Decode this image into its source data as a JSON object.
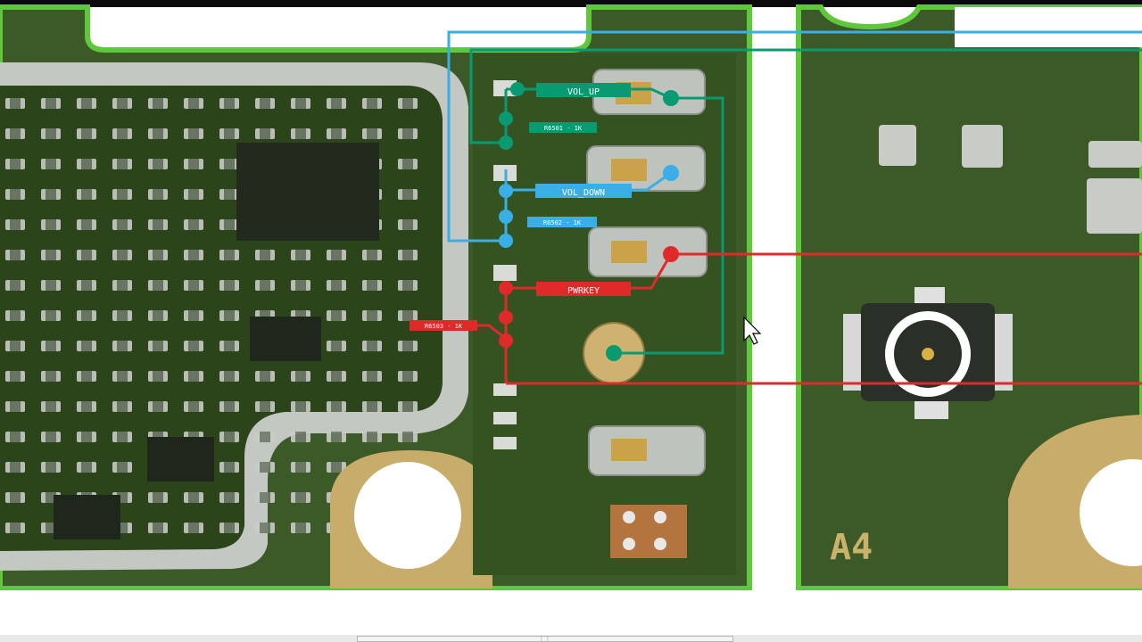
{
  "signals": {
    "vol_up": "VOL_UP",
    "vol_down": "VOL_DOWN",
    "pwrkey": "PWRKEY"
  },
  "resistors": {
    "r6501": "R6501 - 1K",
    "r6502": "R6502 - 1K",
    "r6503": "R6503 - 1K"
  },
  "board_marking": "A4",
  "colors": {
    "vol_up": "#0a9a72",
    "vol_down": "#3aaee6",
    "pwrkey": "#e02a2a",
    "pcb": "#2f4a1e",
    "gold": "#c7a86a"
  }
}
